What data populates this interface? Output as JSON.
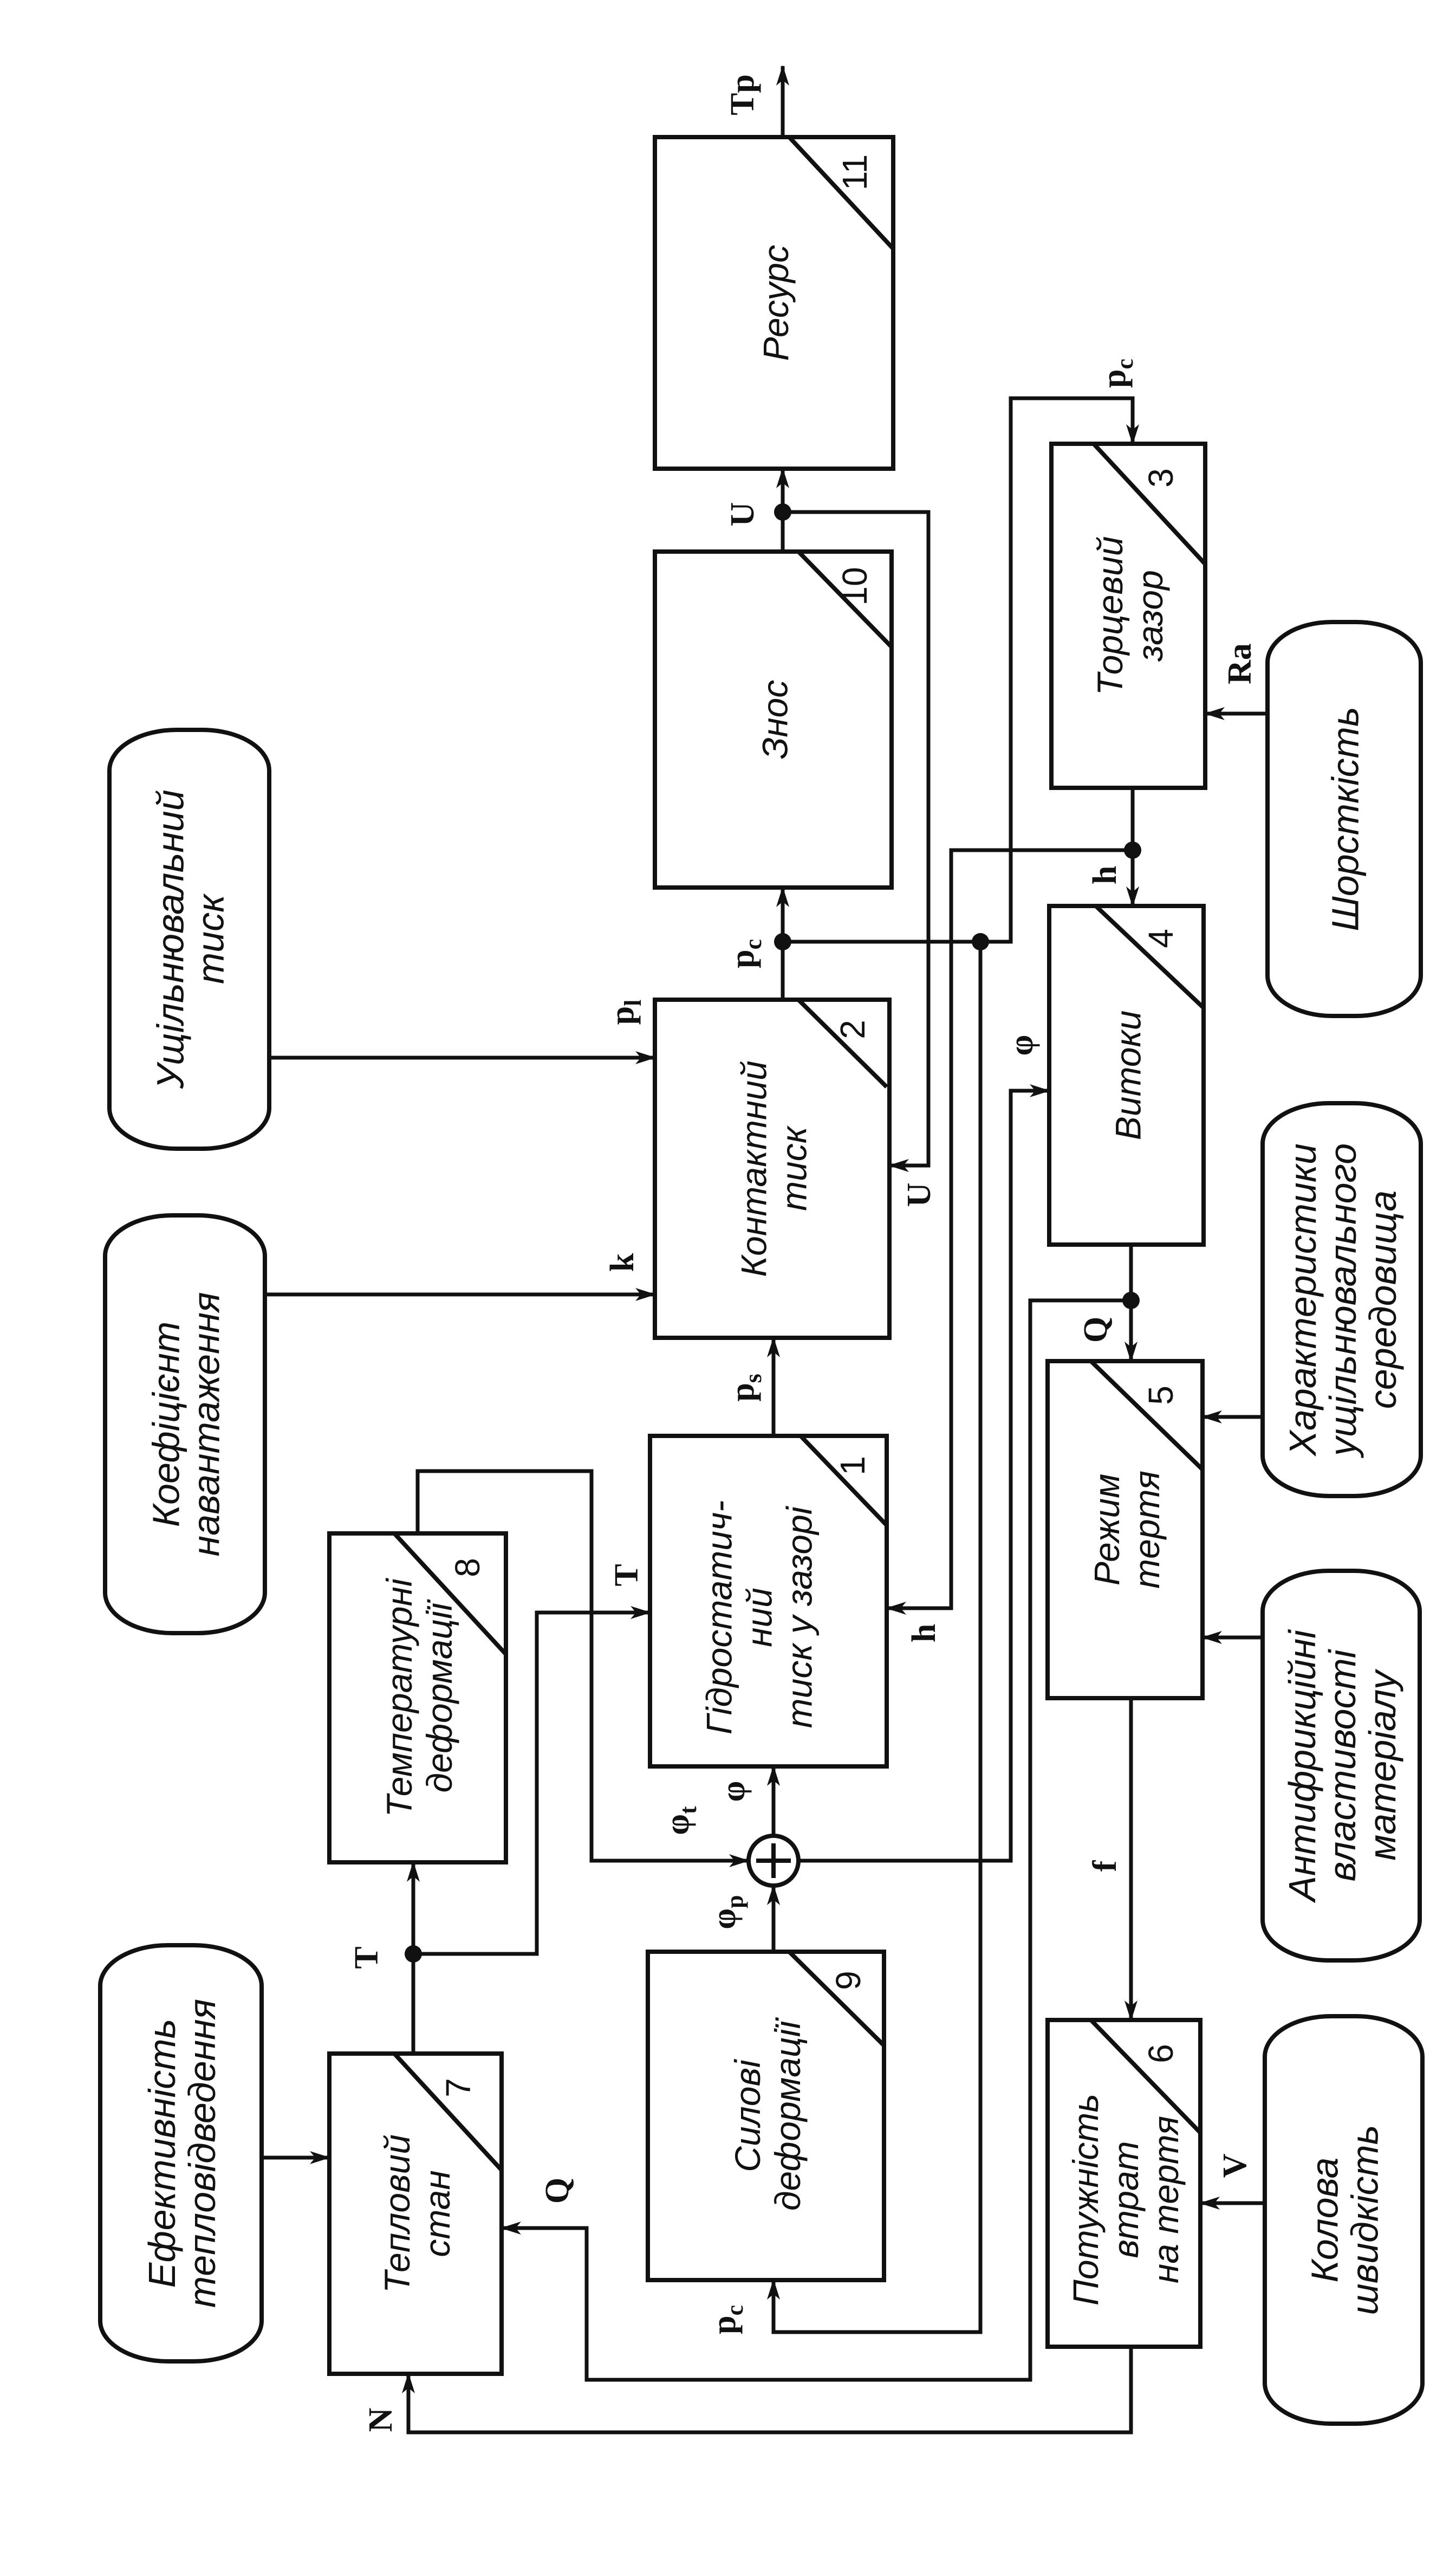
{
  "blocks": {
    "b1": {
      "number": "1",
      "lines": [
        "Гідростатич-",
        "ний",
        "тиск у зазорі"
      ]
    },
    "b2": {
      "number": "2",
      "lines": [
        "Контактний",
        "тиск"
      ]
    },
    "b3": {
      "number": "3",
      "lines": [
        "Торцевий",
        "зазор"
      ]
    },
    "b4": {
      "number": "4",
      "lines": [
        "Витоки"
      ]
    },
    "b5": {
      "number": "5",
      "lines": [
        "Режим",
        "тертя"
      ]
    },
    "b6": {
      "number": "6",
      "lines": [
        "Потужність",
        "втрат",
        "на тертя"
      ]
    },
    "b7": {
      "number": "7",
      "lines": [
        "Тепловий",
        "стан"
      ]
    },
    "b8": {
      "number": "8",
      "lines": [
        "Температурні",
        "деформації"
      ]
    },
    "b9": {
      "number": "9",
      "lines": [
        "Силові",
        "деформації"
      ]
    },
    "b10": {
      "number": "10",
      "lines": [
        "Знос"
      ]
    },
    "b11": {
      "number": "11",
      "lines": [
        "Ресурс"
      ]
    }
  },
  "inputs": {
    "seal_pressure": {
      "lines": [
        "Ущільнювальний",
        "тиск"
      ]
    },
    "load_coef": {
      "lines": [
        "Коефіцієнт",
        "навантаження"
      ]
    },
    "heat_eff": {
      "lines": [
        "Ефективність",
        "тепловідведення"
      ]
    },
    "roughness": {
      "lines": [
        "Шорсткість"
      ]
    },
    "medium": {
      "lines": [
        "Характеристики",
        "ущільнювального",
        "середовища"
      ]
    },
    "antifriction": {
      "lines": [
        "Антифрикційні",
        "властивості",
        "матеріалу"
      ]
    },
    "speed": {
      "lines": [
        "Колова",
        "швидкість"
      ]
    }
  },
  "signals": {
    "tp": {
      "main": "Tp",
      "sub": ""
    },
    "u_out": {
      "main": "U",
      "sub": ""
    },
    "u_in": {
      "main": "U",
      "sub": ""
    },
    "pc_bus": {
      "main": "p",
      "sub": "c"
    },
    "pc_3": {
      "main": "p",
      "sub": "c"
    },
    "pc_9": {
      "main": "p",
      "sub": "c"
    },
    "p1": {
      "main": "p",
      "sub": "l"
    },
    "k": {
      "main": "k",
      "sub": ""
    },
    "ps": {
      "main": "p",
      "sub": "s"
    },
    "t_1": {
      "main": "T",
      "sub": ""
    },
    "t_7": {
      "main": "T",
      "sub": ""
    },
    "h_4": {
      "main": "h",
      "sub": ""
    },
    "h_1": {
      "main": "h",
      "sub": ""
    },
    "phi_4": {
      "main": "φ",
      "sub": ""
    },
    "phi_1": {
      "main": "φ",
      "sub": ""
    },
    "phi_t": {
      "main": "φ",
      "sub": "t"
    },
    "phi_p": {
      "main": "φ",
      "sub": "p"
    },
    "q_5": {
      "main": "Q",
      "sub": ""
    },
    "q_7": {
      "main": "Q",
      "sub": ""
    },
    "f": {
      "main": "f",
      "sub": ""
    },
    "ra": {
      "main": "Ra",
      "sub": ""
    },
    "v": {
      "main": "V",
      "sub": ""
    },
    "n": {
      "main": "N",
      "sub": ""
    }
  },
  "summator": {
    "symbol": "+"
  }
}
